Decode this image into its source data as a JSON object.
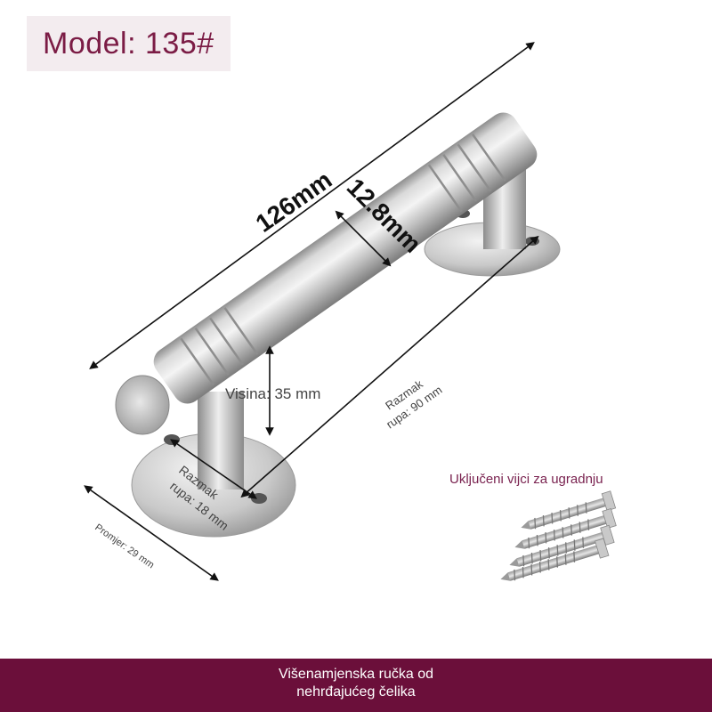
{
  "model_label": "Model: 135#",
  "dimensions": {
    "length": "126mm",
    "diameter": "12.8mm",
    "height": "Visina: 35 mm",
    "hole_spacing_line1": "Razmak",
    "hole_spacing_line2": "rupa: 90 mm",
    "base_hole_spacing_line1": "Razmak",
    "base_hole_spacing_line2": "rupa: 18 mm",
    "base_diameter": "Promjer: 29 mm"
  },
  "screws_caption": "Uključeni vijci za ugradnju",
  "footer": {
    "line1": "Višenamjenska ručka od",
    "line2": "nehrđajućeg čelika"
  },
  "colors": {
    "brand": "#6b0f3a",
    "label_text": "#7b1c45",
    "label_bg": "#f3ecef",
    "steel": "#c4c4c4"
  },
  "icons": [
    "pull-handle-icon",
    "screw-icon"
  ]
}
